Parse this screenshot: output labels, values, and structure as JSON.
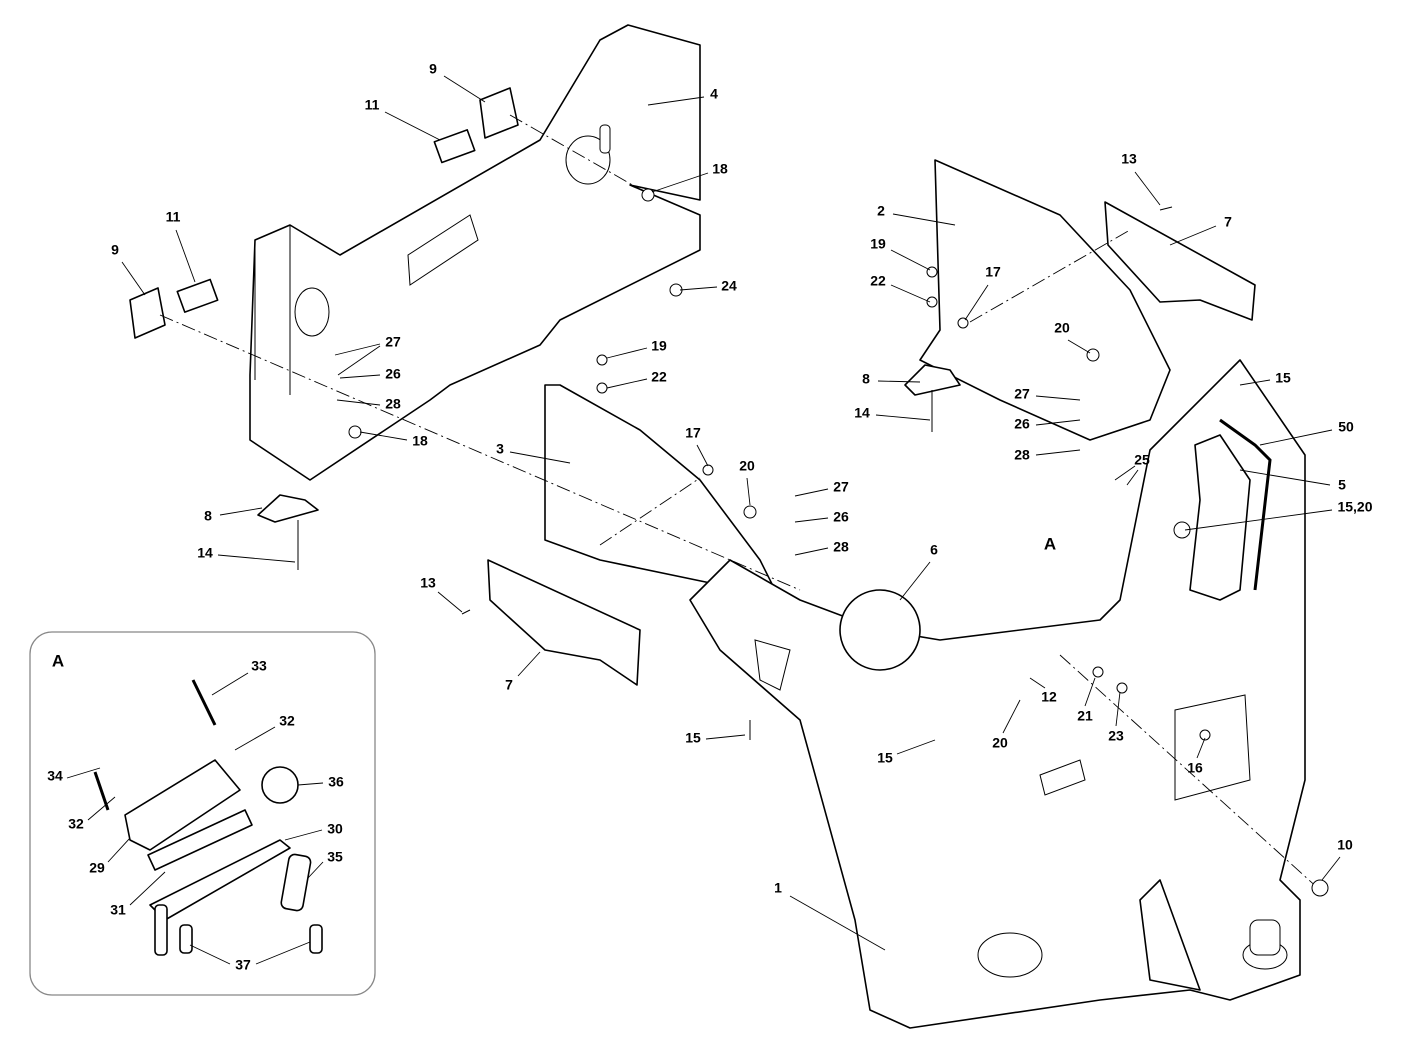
{
  "diagram": {
    "detail_label": "A",
    "inset_label": "A",
    "callouts": {
      "c9a": "9",
      "c11a": "11",
      "c4": "4",
      "c18a": "18",
      "c11b": "11",
      "c9b": "9",
      "c24": "24",
      "c27a": "27",
      "c26a": "26",
      "c28a": "28",
      "c18b": "18",
      "c8a": "8",
      "c14a": "14",
      "c19a": "19",
      "c22a": "22",
      "c3": "3",
      "c17a": "17",
      "c20a": "20",
      "c27b": "27",
      "c26b": "26",
      "c28b": "28",
      "c13a": "13",
      "c7a": "7",
      "c15a": "15",
      "c6": "6",
      "c12": "12",
      "c21": "21",
      "c23": "23",
      "c20b": "20",
      "c15b": "15",
      "c16": "16",
      "c10": "10",
      "c1": "1",
      "c13b": "13",
      "c7b": "7",
      "c2": "2",
      "c19b": "19",
      "c22b": "22",
      "c17b": "17",
      "c20c": "20",
      "c8b": "8",
      "c14b": "14",
      "c27c": "27",
      "c26c": "26",
      "c28c": "28",
      "c25": "25",
      "c15c": "15",
      "c50": "50",
      "c5": "5",
      "c1520": "15,20",
      "i33": "33",
      "i32a": "32",
      "i34": "34",
      "i36": "36",
      "i32b": "32",
      "i30": "30",
      "i29": "29",
      "i35": "35",
      "i31": "31",
      "i37": "37"
    }
  }
}
